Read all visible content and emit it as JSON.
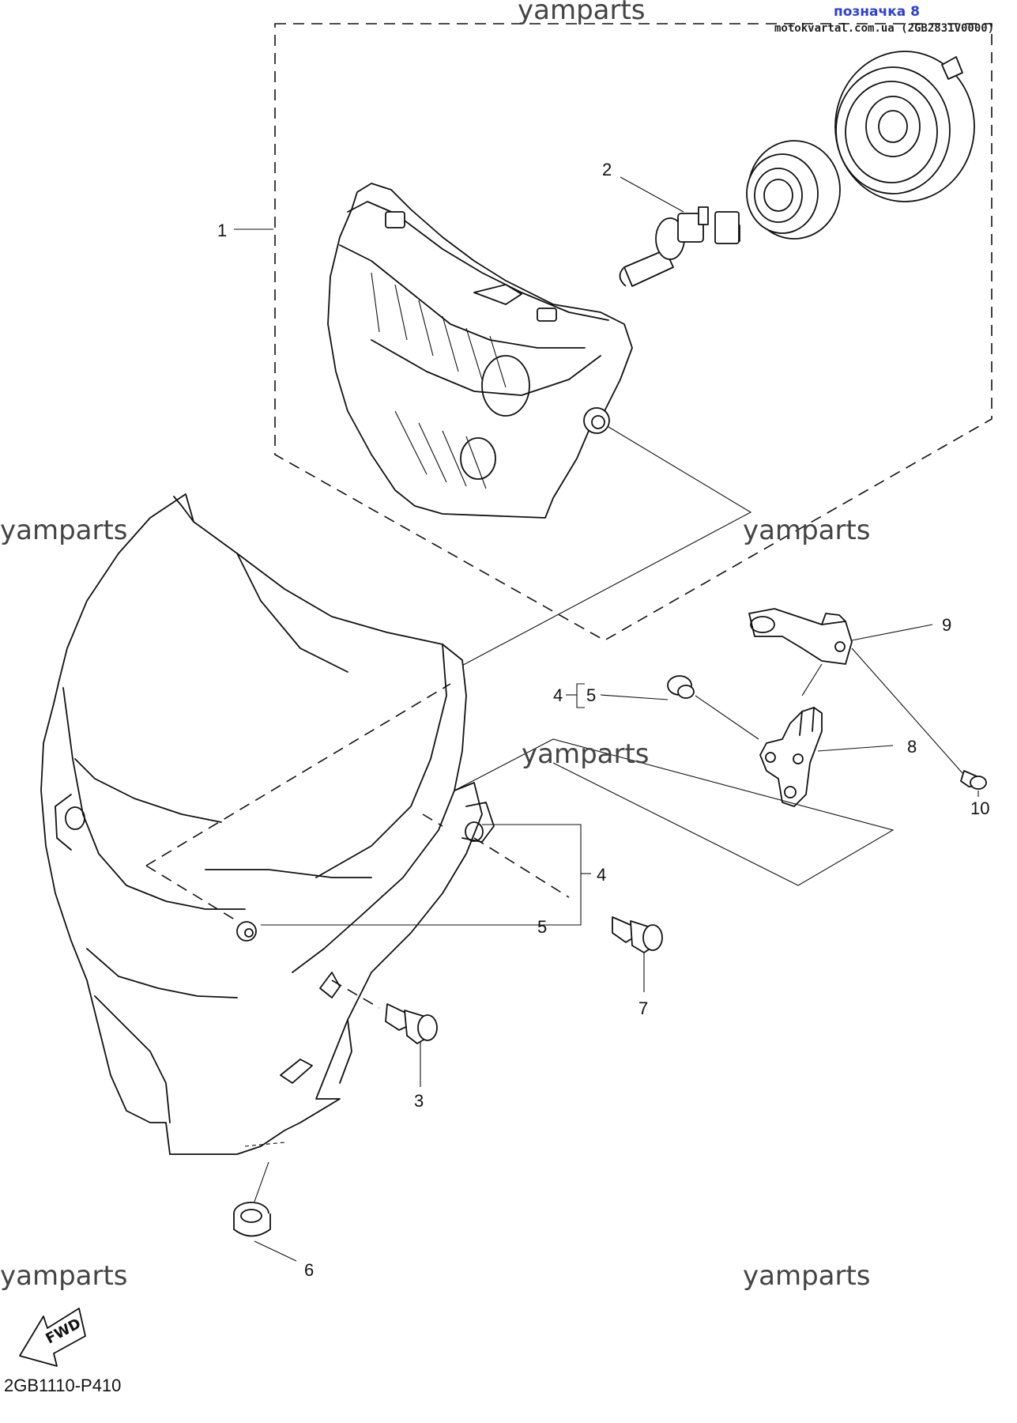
{
  "header": {
    "badge_label": "позначка 8",
    "source_line": "motokvartal.com.ua (2GB2831V0000)"
  },
  "watermarks": [
    "yamparts",
    "yamparts",
    "yamparts",
    "yamparts",
    "yamparts",
    "yamparts"
  ],
  "callouts": {
    "c1": "1",
    "c2": "2",
    "c3": "3",
    "c4_kit": "4",
    "c4_bracket": "4",
    "c5_small": "5",
    "c5": "5",
    "c6": "6",
    "c7": "7",
    "c8": "8",
    "c9": "9",
    "c10": "10"
  },
  "fwd_label": "FWD",
  "figure_code": "2GB1110-P410"
}
